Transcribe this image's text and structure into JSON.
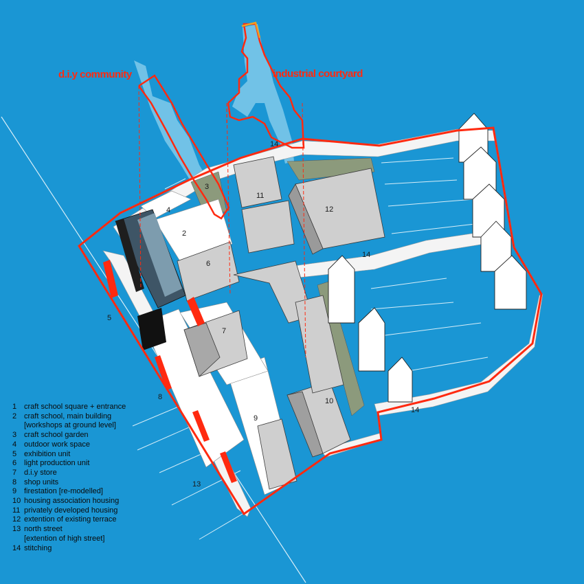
{
  "title_left": "d.i.y community",
  "title_right": "industrial courtyard",
  "map_numbers": {
    "n2": "2",
    "n3": "3",
    "n4": "4",
    "n5": "5",
    "n6": "6",
    "n7": "7",
    "n8": "8",
    "n9": "9",
    "n10": "10",
    "n11": "11",
    "n12": "12",
    "n13": "13",
    "n14a": "14",
    "n14b": "14",
    "n14c": "14"
  },
  "legend": [
    {
      "num": "1",
      "text": "craft school square + entrance"
    },
    {
      "num": "2",
      "text": "craft school, main building"
    },
    {
      "num": "",
      "text": "[workshops at ground level]"
    },
    {
      "num": "3",
      "text": "craft school garden"
    },
    {
      "num": "4",
      "text": "outdoor work space"
    },
    {
      "num": "5",
      "text": "exhibition unit"
    },
    {
      "num": "6",
      "text": "light production unit"
    },
    {
      "num": "7",
      "text": "d.i.y store"
    },
    {
      "num": "8",
      "text": "shop units"
    },
    {
      "num": "9",
      "text": "firestation [re-modelled]"
    },
    {
      "num": "10",
      "text": "housing association housing"
    },
    {
      "num": "11",
      "text": "privately developed housing"
    },
    {
      "num": "12",
      "text": "extention of existing terrace"
    },
    {
      "num": "13",
      "text": "north street"
    },
    {
      "num": "",
      "text": "[extention of high street]"
    },
    {
      "num": "14",
      "text": "stitching"
    }
  ],
  "colors": {
    "background": "#1a96d4",
    "boundary": "#ff2a10",
    "volume": "#8fd0ee",
    "street": "#ffffff",
    "garden": "#8c9a7c",
    "building": "#d9d9d9",
    "shadow": "#111111"
  }
}
